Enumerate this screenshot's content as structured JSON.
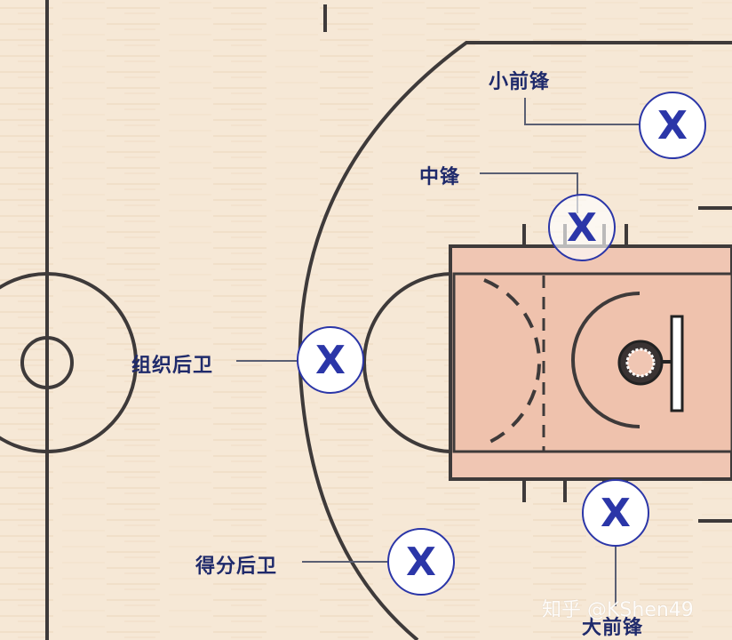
{
  "positions": {
    "small_forward": "小前锋",
    "center": "中锋",
    "point_guard": "组织后卫",
    "shooting_guard": "得分后卫",
    "power_forward": "大前锋"
  },
  "player_marker": "X",
  "watermark": "知乎 @KShen49",
  "colors": {
    "floor": "#f6e8d6",
    "line": "#3e3a3a",
    "paint": "#f0c6b3",
    "marker": "#2b36a8",
    "label": "#1f2a6b"
  }
}
